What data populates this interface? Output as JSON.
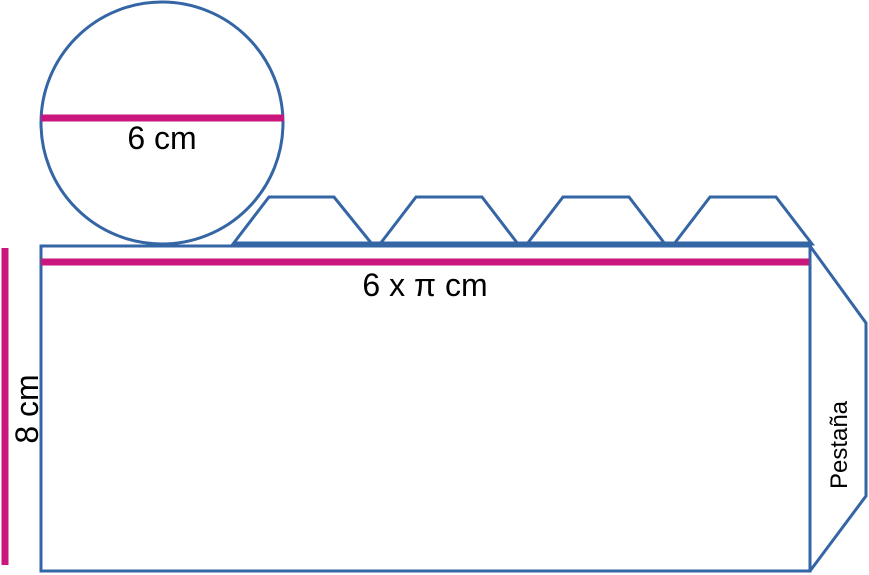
{
  "labels": {
    "diameter": "6 cm",
    "circumference": "6 x π cm",
    "height": "8 cm",
    "tab": "Pestaña"
  },
  "colors": {
    "outline": "#3465a4",
    "measure": "#c9177e"
  }
}
